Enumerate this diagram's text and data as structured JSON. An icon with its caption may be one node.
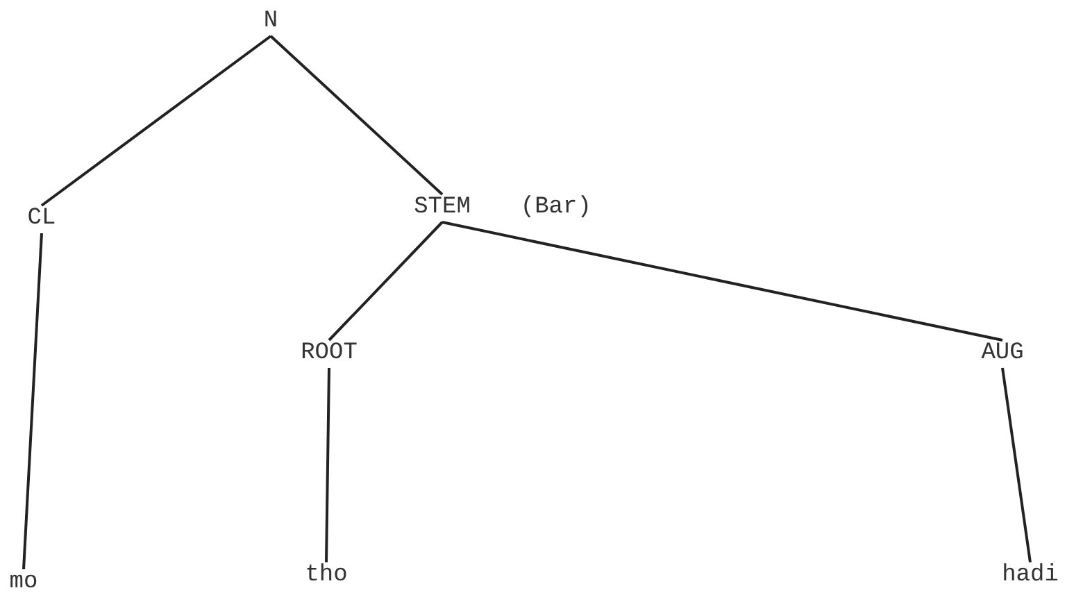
{
  "diagram": {
    "nodes": [
      {
        "text": [
          "N"
        ]
      },
      {
        "text": [
          "CL"
        ]
      },
      {
        "text": [
          "STEM"
        ],
        "beside": [
          "(Bar)"
        ]
      },
      {
        "text": [
          "ROOT"
        ]
      },
      {
        "text": [
          "AUG"
        ]
      },
      {
        "text": [
          "mo"
        ]
      },
      {
        "text": [
          "tho"
        ]
      },
      {
        "text": [
          "hadi"
        ]
      }
    ],
    "edges": [
      {
        "from": 0,
        "to": 1,
        "arrow": "none"
      },
      {
        "from": 0,
        "to": 2,
        "arrow": "none"
      },
      {
        "from": 1,
        "to": 5,
        "arrow": "none"
      },
      {
        "from": 2,
        "to": 3,
        "arrow": "none"
      },
      {
        "from": 2,
        "to": 4,
        "arrow": "none"
      },
      {
        "from": 3,
        "to": 6,
        "arrow": "none"
      },
      {
        "from": 4,
        "to": 7,
        "arrow": "none"
      }
    ]
  }
}
